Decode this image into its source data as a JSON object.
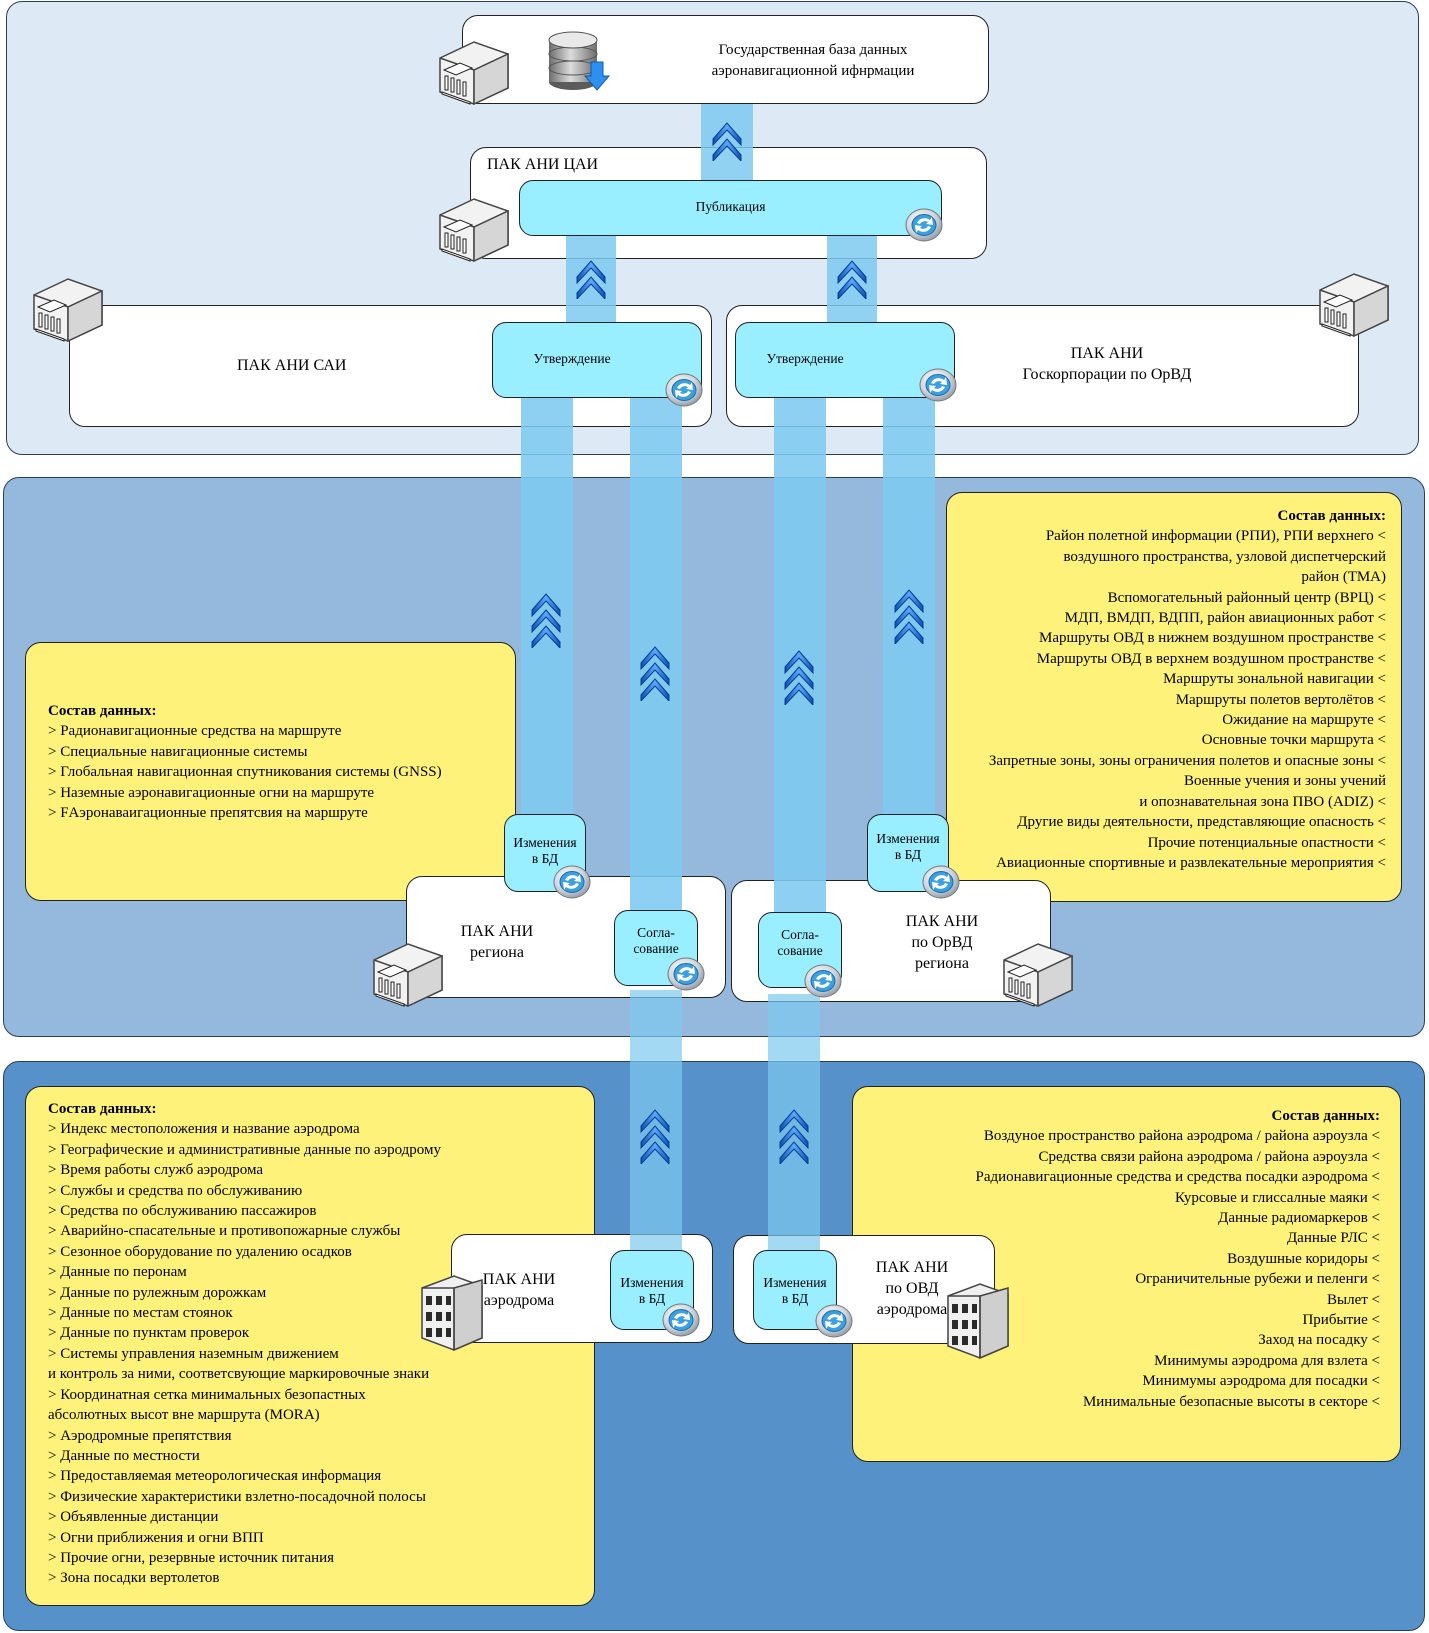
{
  "top": {
    "state_db": {
      "line1": "Государственная база данных",
      "line2": "аэронавигационной ифнрмации"
    },
    "cai": {
      "title": "ПАК АНИ ЦАИ",
      "process": "Публикация"
    },
    "sai": {
      "title": "ПАК АНИ САИ",
      "process": "Утверждение"
    },
    "orvd_corp": {
      "line1": "ПАК АНИ",
      "line2": "Госкорпорации по ОрВД",
      "process": "Утверждение"
    }
  },
  "middle": {
    "region": {
      "line1": "ПАК АНИ",
      "line2": "региона",
      "process_changes": "Изменения\nв БД",
      "process_agree": "Согла-\nсование"
    },
    "region_orvd": {
      "line1": "ПАК АНИ",
      "line2": "по ОрВД",
      "line3": "региона",
      "process_changes": "Изменения\nв БД",
      "process_agree": "Согла-\nсование"
    },
    "left_note": {
      "title": "Состав данных:",
      "items": [
        "> Радионавигационные средства на маршруте",
        "> Специальные навигационные системы",
        "> Глобальная навигационная спутникования системы (GNSS)",
        "> Наземные аэронавигационные огни на маршруте",
        "> FАэронаваигационные препятсвия на маршруте"
      ]
    },
    "right_note": {
      "title": "Состав данных:",
      "items": [
        "Район полетной информации (РПИ), РПИ верхнего <",
        "воздушного пространства, узловой диспетчерский",
        "район (ТМА)",
        "Вспомогательный районный центр (ВРЦ) <",
        "МДП, ВМДП, ВДПП, район авиационных работ <",
        "Маршруты ОВД в нижнем воздушном пространстве <",
        "Маршруты ОВД в верхнем воздушном пространстве <",
        "Маршруты зональной навигации <",
        "Маршруты полетов вертолётов <",
        "Ожидание на маршруте <",
        "Основные точки маршрута <",
        "Запретные зоны, зоны ограничения полетов и опасные зоны <",
        "Военные учения и зоны учений",
        "и опознавательная зона ПВО (ADIZ) <",
        "Другие виды деятельности, представляющие опасность <",
        "Прочие потенциальные опастности <",
        "Авиационные спортивные и развлекательные мероприятия <"
      ]
    }
  },
  "bottom": {
    "aerodrome": {
      "line1": "ПАК АНИ",
      "line2": "аэродрома",
      "process_changes": "Изменения\nв БД"
    },
    "aerodrome_ovd": {
      "line1": "ПАК АНИ",
      "line2": "по ОВД",
      "line3": "аэродрома",
      "process_changes": "Изменения\nв БД"
    },
    "left_note": {
      "title": "Состав данных:",
      "items": [
        "> Индекс местоположения и название аэродрома",
        "> Географические и административные данные по аэродрому",
        "> Время работы служб аэродрома",
        "> Службы и средства по обслуживанию",
        "> Средства по обслуживанию пассажиров",
        "> Аварийно-спасательные и противопожарные службы",
        "> Сезонное оборудование по удалению осадков",
        "> Данные по перонам",
        "> Данные по рулежным дорожкам",
        "> Данные по местам стоянок",
        "> Данные по пунктам проверок",
        "> Системы управления наземным движением",
        "и контроль за ними,  соответсвующие маркировочные знаки",
        "> Координатная сетка минимальных безопастных",
        "абсолютных высот вне маршрута (MORA)",
        "> Аэродромные препятствия",
        "> Данные по местности",
        "> Предоставляемая метеорологическая информация",
        "> Физические характеристики взлетно-посадочной полосы",
        "> Объявленные дистанции",
        "> Огни приближения и огни ВПП",
        "> Прочие огни, резервные источник питания",
        "> Зона посадки вертолетов"
      ]
    },
    "right_note": {
      "title": "Состав данных:",
      "items": [
        "Воздуное пространство района аэродрома / района аэроузла <",
        "Средства связи района аэродрома / района аэроузла <",
        "Радионавигационные средства и средства посадки аэродрома <",
        "Курсовые и глиссалные маяки <",
        "Данные радиомаркеров <",
        "Данные РЛС <",
        "Воздушные коридоры <",
        "Ограничительные рубежи и пеленги <",
        "Вылет <",
        "Прибытие <",
        "Заход на посадку <",
        "Минимумы аэродрома для взлета <",
        "Минимумы аэродрома для посадки <",
        "Минимальные безопасные высоты в секторе <"
      ]
    }
  },
  "colors": {
    "band_top": "#dde9f5",
    "band_mid": "#95b9dc",
    "band_bot": "#5791c9",
    "process": "#99eeff",
    "note": "#fff27a",
    "stripe": "#7ec9f0",
    "chevron": "#1e6fd8"
  },
  "icons": [
    "database-icon",
    "building-icon",
    "sync-icon",
    "chevron-up-icon",
    "office-building-icon"
  ]
}
